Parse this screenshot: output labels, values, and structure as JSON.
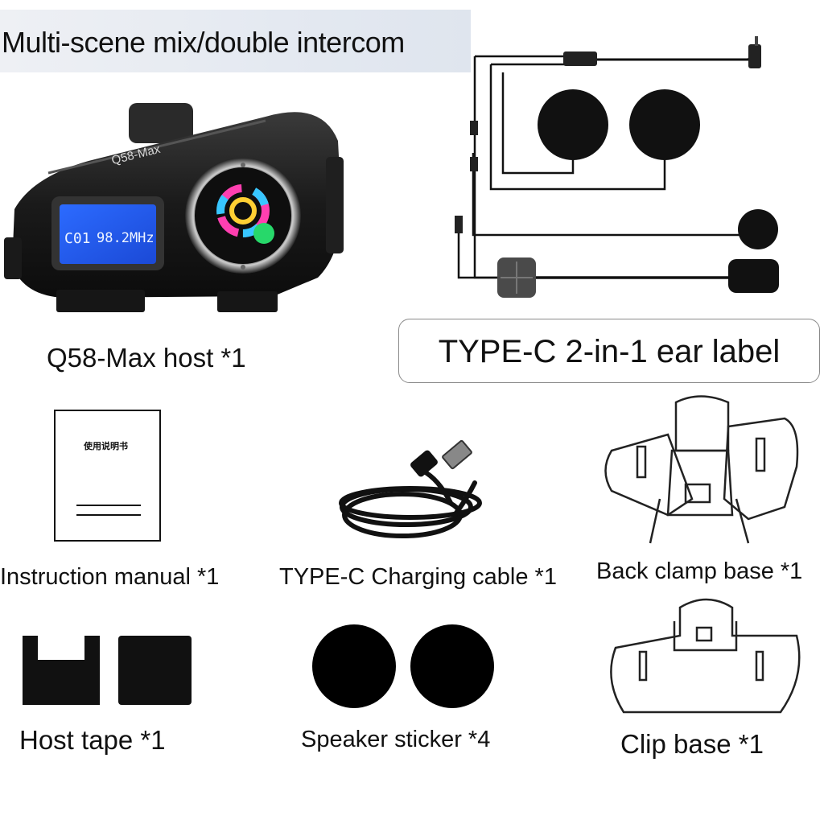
{
  "header": {
    "title": "Multi-scene mix/double intercom"
  },
  "host": {
    "brand": "Q58-Max",
    "lcd_channel": "C01",
    "lcd_freq": "98.2MHz",
    "label": "Q58-Max host *1"
  },
  "earset": {
    "label": "TYPE-C 2-in-1 ear label"
  },
  "manual": {
    "cover_text": "使用说明书",
    "label": "Instruction manual *1"
  },
  "cable": {
    "label": "TYPE-C Charging cable *1"
  },
  "back_clamp": {
    "label": "Back clamp base *1"
  },
  "tape": {
    "label": "Host tape *1"
  },
  "stickers": {
    "label": "Speaker sticker *4"
  },
  "clip": {
    "label": "Clip base *1"
  }
}
